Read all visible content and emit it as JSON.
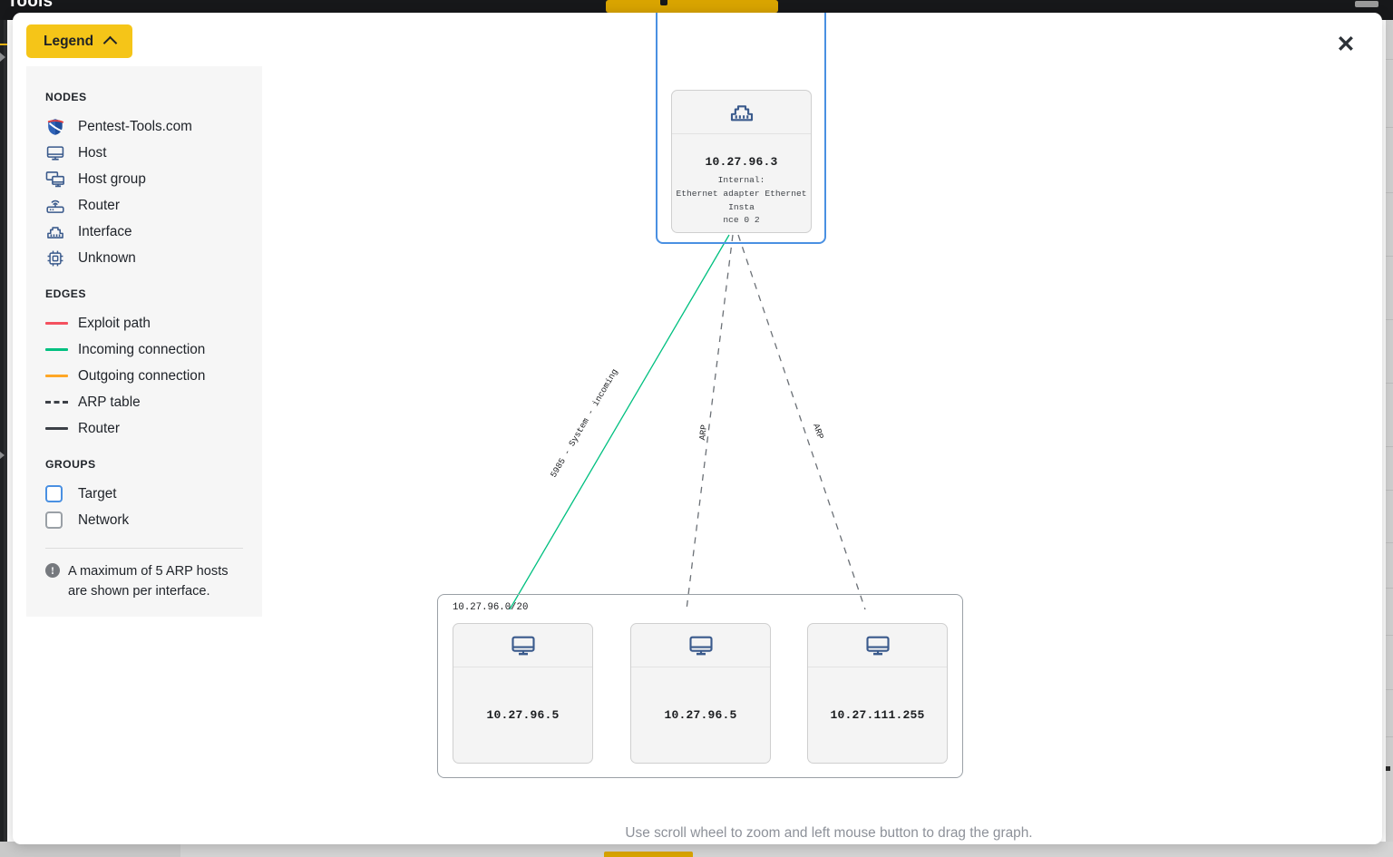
{
  "background": {
    "app_title": "Tools"
  },
  "modal": {
    "close_label": "✕",
    "legend_button": {
      "label": "Legend",
      "chevron_icon": "chevron-up-icon"
    },
    "hint_text": "Use scroll wheel to zoom and left mouse button to drag the graph."
  },
  "legend": {
    "nodes_title": "NODES",
    "nodes": [
      {
        "icon": "shield-logo-icon",
        "label": "Pentest-Tools.com"
      },
      {
        "icon": "monitor-icon",
        "label": "Host"
      },
      {
        "icon": "monitor-group-icon",
        "label": "Host group"
      },
      {
        "icon": "router-icon",
        "label": "Router"
      },
      {
        "icon": "ethernet-port-icon",
        "label": "Interface"
      },
      {
        "icon": "chip-icon",
        "label": "Unknown"
      }
    ],
    "edges_title": "EDGES",
    "edges": [
      {
        "style": "solid",
        "color": "#f4515f",
        "label": "Exploit path"
      },
      {
        "style": "solid",
        "color": "#00c080",
        "label": "Incoming connection"
      },
      {
        "style": "solid",
        "color": "#ffa726",
        "label": "Outgoing connection"
      },
      {
        "style": "dashed",
        "color": "#3c4047",
        "label": "ARP table"
      },
      {
        "style": "solid",
        "color": "#3c4047",
        "label": "Router"
      }
    ],
    "groups_title": "GROUPS",
    "groups": [
      {
        "color": "#4a90e2",
        "label": "Target"
      },
      {
        "color": "#9aa0a6",
        "label": "Network"
      }
    ],
    "note": {
      "icon": "info-icon",
      "text": "A maximum of 5 ARP hosts are shown per interface."
    }
  },
  "graph": {
    "target_group": {
      "name": "target-group",
      "border_color": "#4a90e2",
      "label": ""
    },
    "network_group": {
      "name": "network-group",
      "border_color": "#9aa0a6",
      "label": "10.27.96.0/20"
    },
    "interface_node": {
      "icon": "ethernet-port-icon",
      "ip": "10.27.96.3",
      "sub_line_1": "Internal:",
      "sub_line_2": "Ethernet adapter Ethernet Insta",
      "sub_line_3": "nce 0 2"
    },
    "hosts": [
      {
        "icon": "monitor-icon",
        "ip": "10.27.96.5"
      },
      {
        "icon": "monitor-icon",
        "ip": "10.27.96.5"
      },
      {
        "icon": "monitor-icon",
        "ip": "10.27.111.255"
      }
    ],
    "edge_labels": [
      {
        "text": "5985 - System - incoming",
        "type": "incoming",
        "color": "#00c080"
      },
      {
        "text": "ARP",
        "type": "arp",
        "color": "#6b7076"
      },
      {
        "text": "ARP",
        "type": "arp",
        "color": "#6b7076"
      }
    ]
  }
}
